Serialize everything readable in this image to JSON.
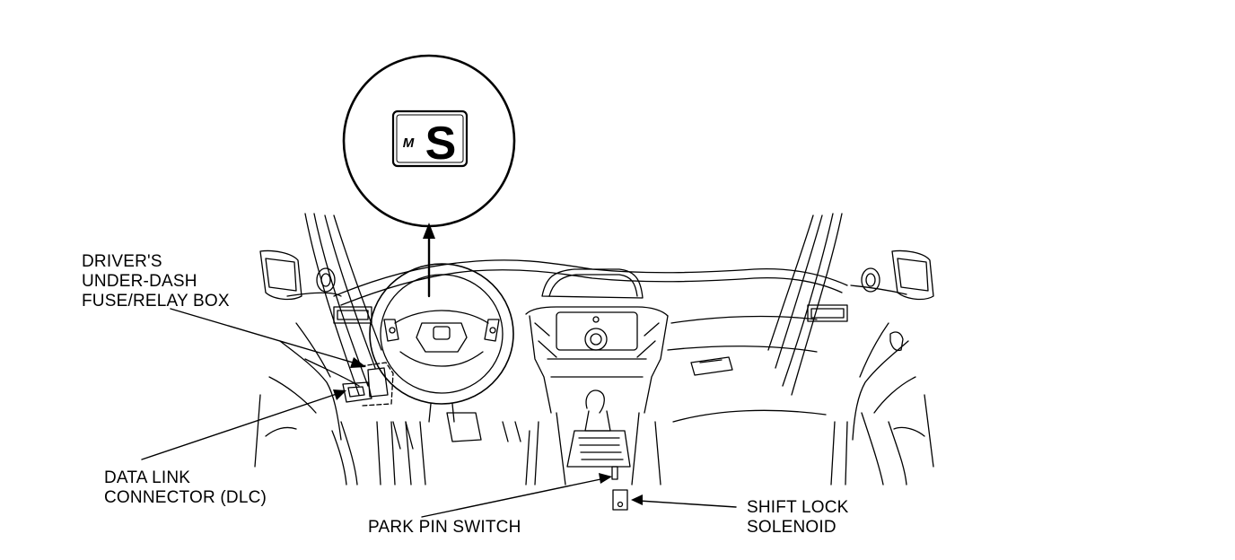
{
  "display_inset": {
    "mode_letter": "M",
    "gear_letter": "S"
  },
  "callouts": {
    "fuse_box": [
      "DRIVER'S",
      "UNDER-DASH",
      "FUSE/RELAY BOX"
    ],
    "dlc": [
      "DATA LINK",
      "CONNECTOR (DLC)"
    ],
    "park_pin": [
      "PARK PIN SWITCH"
    ],
    "shift_lock": [
      "SHIFT LOCK",
      "SOLENOID"
    ]
  }
}
